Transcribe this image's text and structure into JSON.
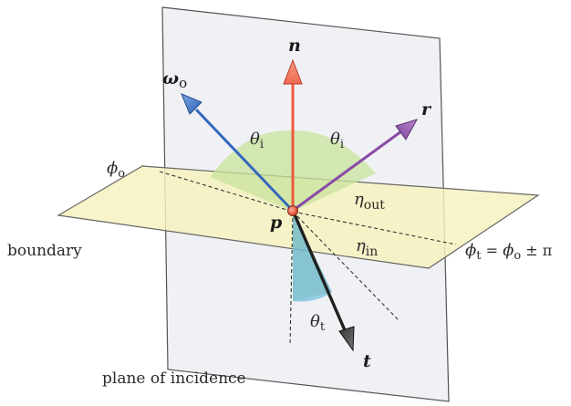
{
  "labels": {
    "normal": "n",
    "outgoing": "ω",
    "outgoing_sub": "o",
    "reflected": "r",
    "transmitted": "t",
    "point": "p",
    "theta": "θ",
    "theta_i_sub": "i",
    "theta_t_sub": "t",
    "phi": "ϕ",
    "phi_o_sub": "o",
    "phi_t_sub": "t",
    "phi_t_rhs": " = ",
    "phi_t_rhs_tail": " ± π",
    "eta": "η",
    "eta_out_sub": "out",
    "eta_in_sub": "in",
    "boundary": "boundary",
    "plane_of_incidence": "plane of incidence"
  },
  "colors": {
    "normal_vector": "#e8553e",
    "outgoing_vector": "#3a6fc2",
    "reflected_vector": "#8a4aa6",
    "transmitted_vector": "#1f1f1f",
    "boundary_plane": "#f6f1b8",
    "incidence_plane": "#e9ebee",
    "theta_i_sector": "#c6e29a",
    "theta_t_sector": "#7ec3e0",
    "point_marker": "#e8553e"
  }
}
